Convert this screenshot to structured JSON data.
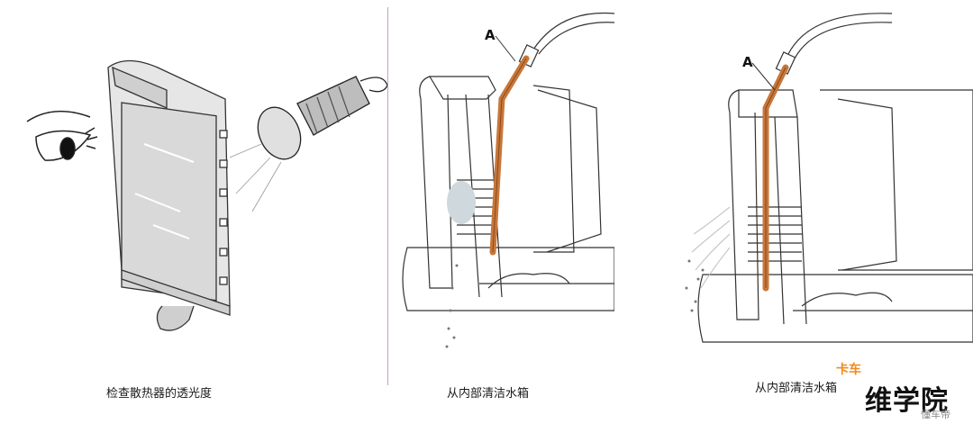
{
  "panels": [
    {
      "caption": "检查散热器的透光度"
    },
    {
      "caption": "从内部清洁水箱",
      "label": "A"
    },
    {
      "caption": "从内部清洁水箱",
      "label": "A"
    }
  ],
  "watermark": {
    "small": "卡车",
    "big": "维学院",
    "tiny": "懂车帝"
  },
  "colors": {
    "hose": "#c8773a",
    "line": "#333333",
    "divider": "#c8a0c8",
    "watermark_accent": "#f18a1c"
  }
}
